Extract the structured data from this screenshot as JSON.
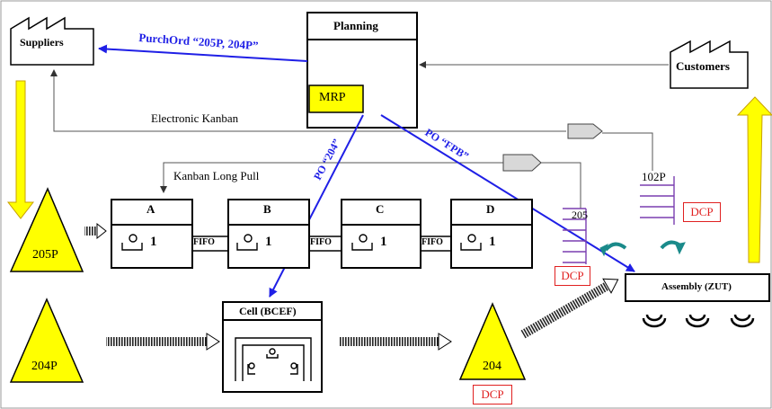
{
  "nodes": {
    "suppliers": "Suppliers",
    "planning": "Planning",
    "mrp": "MRP",
    "customers": "Customers",
    "process_a": "A",
    "process_b": "B",
    "process_c": "C",
    "process_d": "D",
    "operator_count": "1",
    "cell": "Cell (BCEF)",
    "assembly": "Assembly (ZUT)",
    "inventory_205p": "205P",
    "inventory_204p": "204P",
    "inventory_204": "204",
    "kanban_205": "205",
    "kanban_102p": "102P"
  },
  "flows": {
    "purch_ord": "PurchOrd “205P, 204P”",
    "electronic_kanban": "Electronic Kanban",
    "kanban_long_pull": "Kanban Long Pull",
    "po_204": "PO “204”",
    "po_fpb": "PO “FPB”",
    "fifo": "FIFO",
    "dcp": "DCP"
  },
  "colors": {
    "flow_blue": "#1f1fe6",
    "inventory_yellow": "#ffff00",
    "mrp_yellow": "#ffff00",
    "dcp_red": "#e02020",
    "kanban_purple": "#7a3fb0",
    "rotation_teal": "#1a8a8a"
  }
}
